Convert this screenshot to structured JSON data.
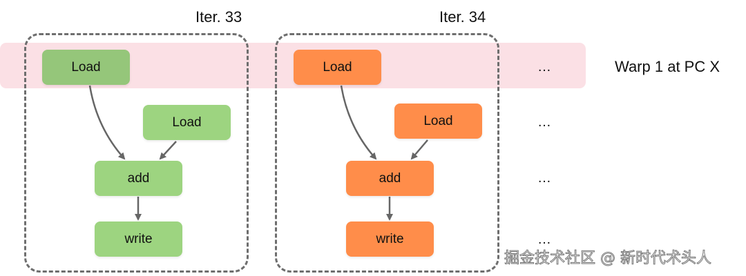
{
  "band": {
    "label": "Warp 1 at PC X",
    "color": "#fbe0e5"
  },
  "iterations": [
    {
      "label": "Iter. 33",
      "color": "#9dd480",
      "nodes": {
        "load_a": "Load",
        "load_b": "Load",
        "add": "add",
        "write": "write"
      }
    },
    {
      "label": "Iter. 34",
      "color": "#ff8d4a",
      "nodes": {
        "load_a": "Load",
        "load_b": "Load",
        "add": "add",
        "write": "write"
      }
    }
  ],
  "ellipses": [
    "…",
    "…",
    "…",
    "…"
  ],
  "watermark": "掘金技术社区 @ 新时代术头人"
}
